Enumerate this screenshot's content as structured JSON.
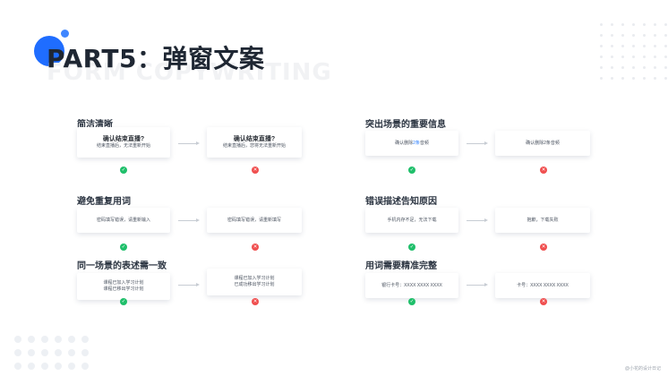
{
  "header": {
    "title": "PART5：弹窗文案",
    "watermark": "FORM COPYWRITING",
    "accent_color": "#1f6dff"
  },
  "sections": [
    {
      "heading": "简洁清晰",
      "left": {
        "title": "确认结束直播?",
        "text": "结束直播后，无法重新开始"
      },
      "right": {
        "title": "确认结束直播?",
        "text": "结束直播后，您将无法重新开始"
      },
      "left_icon": "check-icon",
      "right_icon": "cross-icon"
    },
    {
      "heading": "突出场景的重要信息",
      "left": {
        "prefix": "确认删除",
        "highlight": "2条",
        "suffix": "音频"
      },
      "right": {
        "text": "确认删除2条音频"
      },
      "left_icon": "check-icon",
      "right_icon": "cross-icon"
    },
    {
      "heading": "避免重复用词",
      "left": {
        "text": "密码填写错误，请重新输入"
      },
      "right": {
        "text": "密码填写错误，请重新填写"
      },
      "left_icon": "check-icon",
      "right_icon": "cross-icon"
    },
    {
      "heading": "错误描述告知原因",
      "left": {
        "text": "手机内存不足，无法下载"
      },
      "right": {
        "text": "抱歉，下载失败"
      },
      "left_icon": "check-icon",
      "right_icon": "cross-icon"
    },
    {
      "heading": "同一场景的表述需一致",
      "left": {
        "line1": "课程已加入学习计划",
        "line2": "课程已移出学习计划"
      },
      "right": {
        "line1": "课程已加入学习计划",
        "line2": "已成功移出学习计划"
      },
      "left_icon": "check-icon",
      "right_icon": "cross-icon"
    },
    {
      "heading": "用词需要精准完整",
      "left": {
        "text": "银行卡号：XXXX XXXX XXXX"
      },
      "right": {
        "text": "卡号：XXXX XXXX XXXX"
      },
      "left_icon": "check-icon",
      "right_icon": "cross-icon"
    }
  ],
  "icons": {
    "ok_glyph": "✓",
    "bad_glyph": "✕"
  },
  "colors": {
    "ok": "#1fbf6a",
    "bad": "#f04f4f",
    "highlight": "#2f80ff"
  },
  "footer": {
    "credit": "@小花的设计日记"
  }
}
